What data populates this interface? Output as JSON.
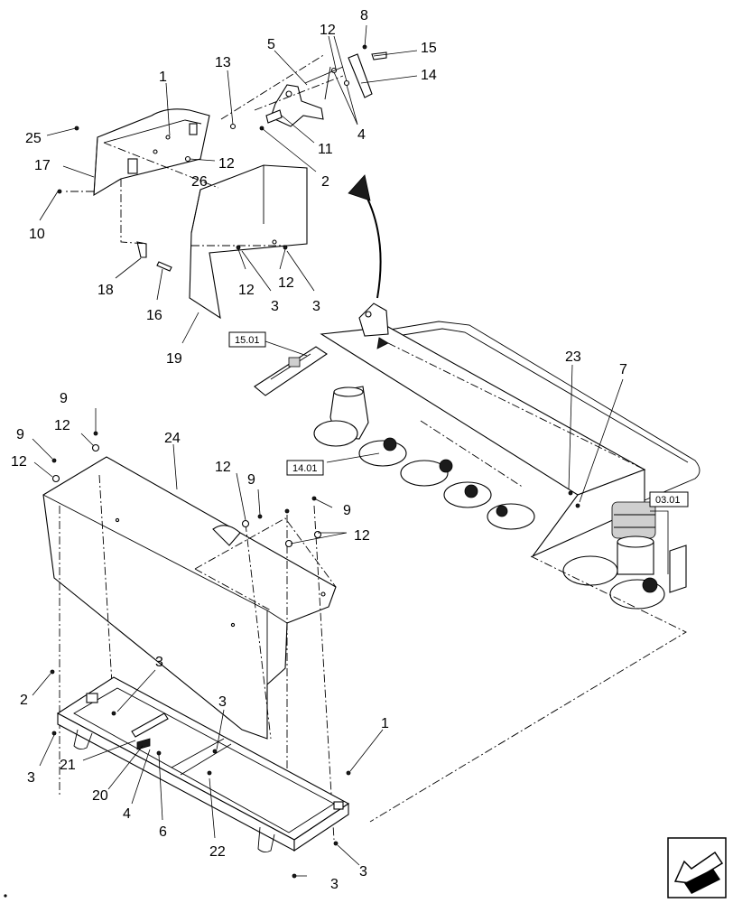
{
  "callouts": [
    {
      "id": "c8",
      "text": "8"
    },
    {
      "id": "c12a",
      "text": "12"
    },
    {
      "id": "c5",
      "text": "5"
    },
    {
      "id": "c15",
      "text": "15"
    },
    {
      "id": "c13",
      "text": "13"
    },
    {
      "id": "c1a",
      "text": "1"
    },
    {
      "id": "c14",
      "text": "14"
    },
    {
      "id": "c25",
      "text": "25"
    },
    {
      "id": "c4a",
      "text": "4"
    },
    {
      "id": "c11",
      "text": "11"
    },
    {
      "id": "c17",
      "text": "17"
    },
    {
      "id": "c12b",
      "text": "12"
    },
    {
      "id": "c26",
      "text": "26"
    },
    {
      "id": "c2a",
      "text": "2"
    },
    {
      "id": "c10",
      "text": "10"
    },
    {
      "id": "c12c",
      "text": "12"
    },
    {
      "id": "c12d",
      "text": "12"
    },
    {
      "id": "c18",
      "text": "18"
    },
    {
      "id": "c3a",
      "text": "3"
    },
    {
      "id": "c3b",
      "text": "3"
    },
    {
      "id": "c16",
      "text": "16"
    },
    {
      "id": "c19",
      "text": "19"
    },
    {
      "id": "c23",
      "text": "23"
    },
    {
      "id": "c7",
      "text": "7"
    },
    {
      "id": "c9a",
      "text": "9"
    },
    {
      "id": "c12e",
      "text": "12"
    },
    {
      "id": "c9b",
      "text": "9"
    },
    {
      "id": "c24",
      "text": "24"
    },
    {
      "id": "c12f",
      "text": "12"
    },
    {
      "id": "c12g",
      "text": "12"
    },
    {
      "id": "c9c",
      "text": "9"
    },
    {
      "id": "c9d",
      "text": "9"
    },
    {
      "id": "c12h",
      "text": "12"
    },
    {
      "id": "c3c",
      "text": "3"
    },
    {
      "id": "c2b",
      "text": "2"
    },
    {
      "id": "c3d",
      "text": "3"
    },
    {
      "id": "c1b",
      "text": "1"
    },
    {
      "id": "c3e",
      "text": "3"
    },
    {
      "id": "c21",
      "text": "21"
    },
    {
      "id": "c20",
      "text": "20"
    },
    {
      "id": "c4b",
      "text": "4"
    },
    {
      "id": "c6",
      "text": "6"
    },
    {
      "id": "c22",
      "text": "22"
    },
    {
      "id": "c3f",
      "text": "3"
    },
    {
      "id": "c3g",
      "text": "3"
    }
  ],
  "references": [
    {
      "id": "r1501",
      "text": "15.01"
    },
    {
      "id": "r1401",
      "text": "14.01"
    },
    {
      "id": "r0301",
      "text": "03.01"
    }
  ],
  "icons": {
    "navigation": "back-arrow-icon"
  }
}
